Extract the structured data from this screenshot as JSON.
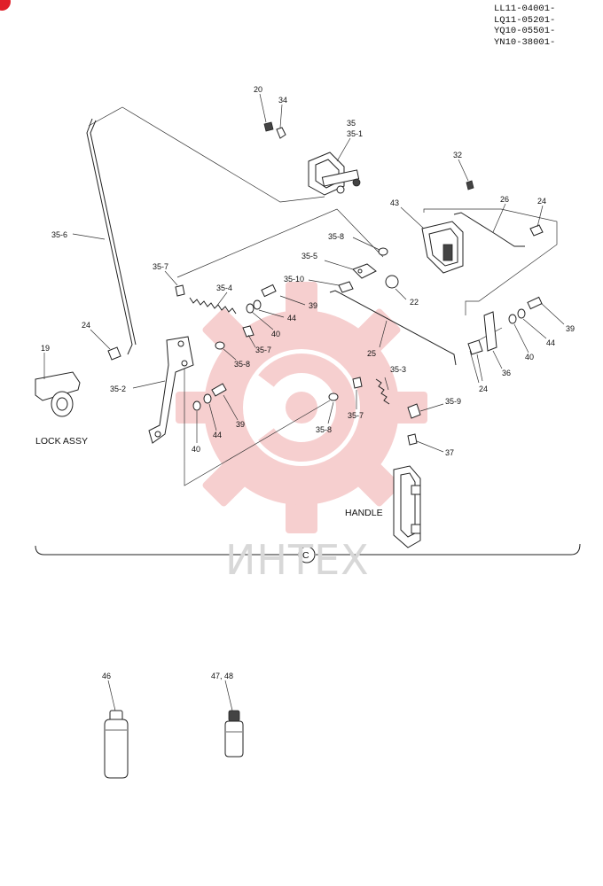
{
  "header": {
    "serials": [
      "LL11-04001-",
      "LQ11-05201-",
      "YQ10-05501-",
      "YN10-38001-"
    ]
  },
  "diagram": {
    "labels": {
      "l20": "20",
      "l34": "34",
      "l35": "35",
      "l35_1": "35-1",
      "l32": "32",
      "l43": "43",
      "l26": "26",
      "l24a": "24",
      "l35_6": "35-6",
      "l35_8a": "35-8",
      "l35_5": "35-5",
      "l35_10": "35-10",
      "l22": "22",
      "l35_7a": "35-7",
      "l35_4": "35-4",
      "l39a": "39",
      "l44a": "44",
      "l40a": "40",
      "l35_7b": "35-7",
      "l25": "25",
      "l24b": "24",
      "l19": "19",
      "l35_8b": "35-8",
      "l35_2": "35-2",
      "l39b": "39",
      "l44b": "44",
      "l40b": "40",
      "l35_3": "35-3",
      "l35_9": "35-9",
      "l35_7c": "35-7",
      "l35_8c": "35-8",
      "l37": "37",
      "l39c": "39",
      "l44c": "44",
      "l40c": "40",
      "l36": "36",
      "l24c": "24",
      "l46": "46",
      "l47_48": "47, 48"
    },
    "captions": {
      "lock_assy": "LOCK ASSY",
      "handle": "HANDLE",
      "section": "C"
    },
    "watermark": "ИНТЕХ"
  },
  "colors": {
    "watermark_logo": "#f5c7c7",
    "watermark_text": "#d8d8d8",
    "badge": "#e0202a"
  }
}
